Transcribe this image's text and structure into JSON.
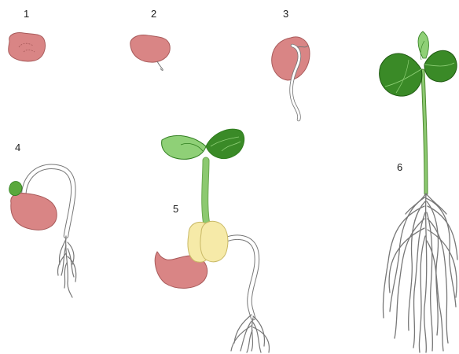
{
  "stages": [
    {
      "label": "1"
    },
    {
      "label": "2"
    },
    {
      "label": "3"
    },
    {
      "label": "4"
    },
    {
      "label": "5"
    },
    {
      "label": "6"
    }
  ],
  "colors": {
    "seed": "#d98585",
    "seed_outline": "#a85a5a",
    "root": "#ffffff",
    "root_outline": "#777777",
    "stem": "#8cc970",
    "leaf_dark": "#2f7d1e",
    "leaf_light": "#8fd077",
    "cotyledon": "#f6eaa8"
  }
}
